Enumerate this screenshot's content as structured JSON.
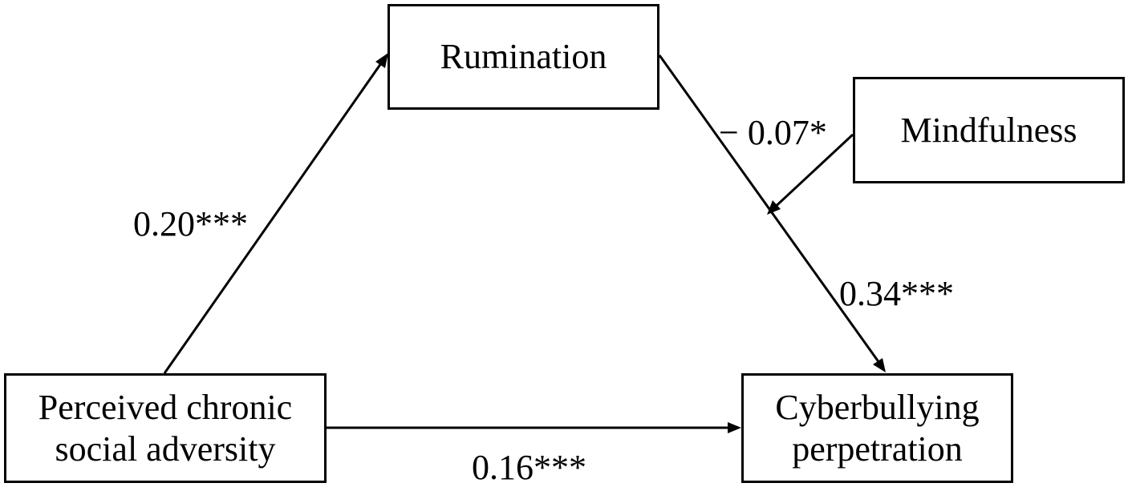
{
  "nodes": {
    "rumination": {
      "lines": [
        "Rumination"
      ]
    },
    "mindfulness": {
      "lines": [
        "Mindfulness"
      ]
    },
    "adversity": {
      "lines": [
        "Perceived chronic",
        "social adversity"
      ]
    },
    "cyberbullying": {
      "lines": [
        "Cyberbullying",
        "perpetration"
      ]
    }
  },
  "edges": {
    "adversity_to_rumination": {
      "label": "0.20***"
    },
    "mindfulness_moderation": {
      "label": "− 0.07*"
    },
    "rumination_to_cyberbullying": {
      "label": "0.34***"
    },
    "adversity_to_cyberbullying": {
      "label": "0.16***"
    }
  },
  "colors": {
    "line": "#000000",
    "background": "#ffffff"
  }
}
